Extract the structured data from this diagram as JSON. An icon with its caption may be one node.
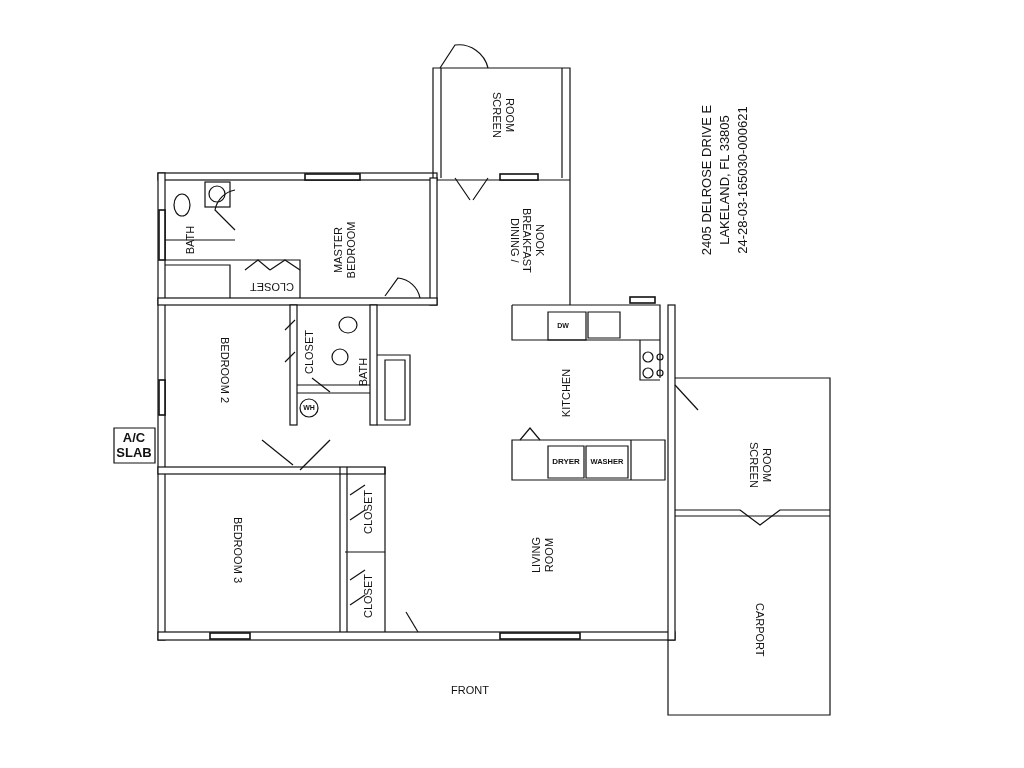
{
  "diagram": {
    "labels": [
      "SCREEN ROOM",
      "2405 DELROSE DRIVE E",
      "LAKELAND, FL 33805",
      "24-28-03-165030-000621",
      "MASTER BEDROOM",
      "BATH",
      "DINING / BREAKFAST NOOK",
      "CLOSET",
      "DW",
      "CLOSET",
      "BATH",
      "BEDROOM 2",
      "WH",
      "KITCHEN",
      "SCREEN ROOM",
      "A/C SLAB",
      "DRYER",
      "WASHER",
      "CLOSET",
      "BEDROOM 3",
      "LIVING ROOM",
      "CLOSET",
      "CARPORT",
      "FRONT"
    ]
  }
}
